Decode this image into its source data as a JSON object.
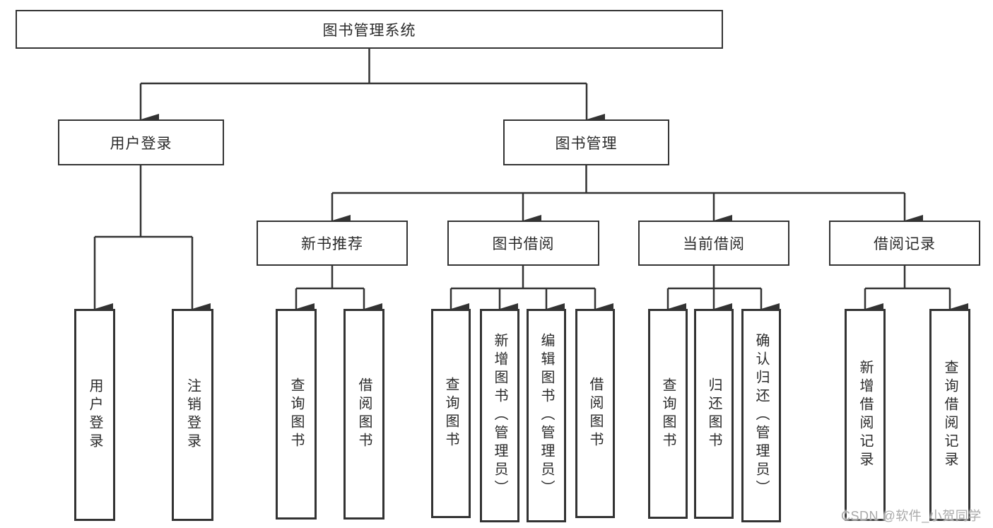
{
  "tree": {
    "root": {
      "label": "图书管理系统"
    },
    "branches": [
      {
        "label": "用户登录",
        "children": [
          {
            "label": "用户登录"
          },
          {
            "label": "注销登录"
          }
        ]
      },
      {
        "label": "图书管理",
        "children": [
          {
            "label": "新书推荐",
            "children": [
              {
                "label": "查询图书"
              },
              {
                "label": "借阅图书"
              }
            ]
          },
          {
            "label": "图书借阅",
            "children": [
              {
                "label": "查询图书"
              },
              {
                "label": "新增图书（管理员）"
              },
              {
                "label": "编辑图书（管理员）"
              },
              {
                "label": "借阅图书"
              }
            ]
          },
          {
            "label": "当前借阅",
            "children": [
              {
                "label": "查询图书"
              },
              {
                "label": "归还图书"
              },
              {
                "label": "确认归还（管理员）"
              }
            ]
          },
          {
            "label": "借阅记录",
            "children": [
              {
                "label": "新增借阅记录"
              },
              {
                "label": "查询借阅记录"
              }
            ]
          }
        ]
      }
    ]
  },
  "watermark": {
    "text": "CSDN @软件_小贺同学"
  },
  "colors": {
    "line": "#333333",
    "box_border": "#333333",
    "text": "#2b2b2b",
    "watermark": "#a9a9a9",
    "background": "#ffffff"
  }
}
